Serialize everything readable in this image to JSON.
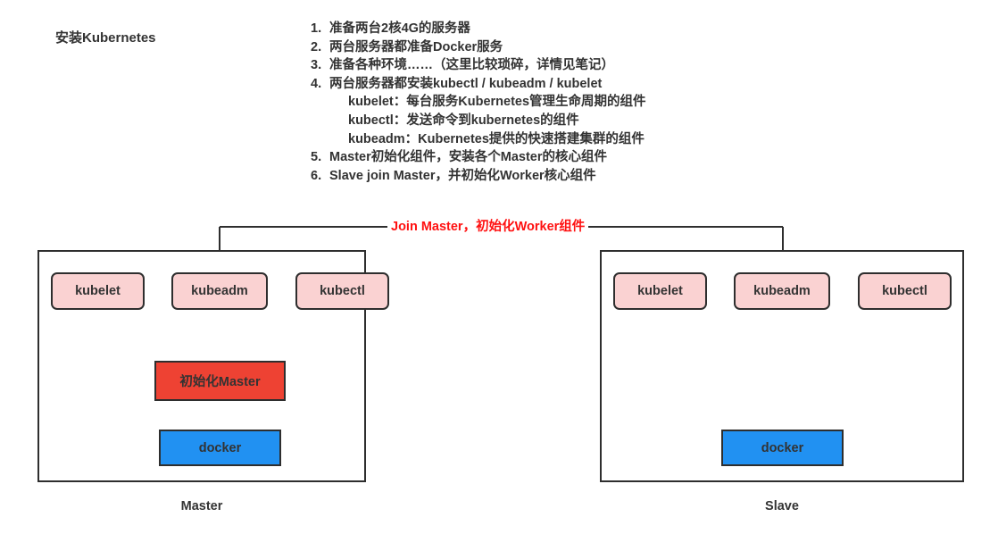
{
  "title": "安装Kubernetes",
  "steps": [
    {
      "num": "1.",
      "text": "准备两台2核4G的服务器",
      "subs": []
    },
    {
      "num": "2.",
      "text": "两台服务器都准备Docker服务",
      "subs": []
    },
    {
      "num": "3.",
      "text": "准备各种环境……（这里比较琐碎，详情见笔记）",
      "subs": []
    },
    {
      "num": "4.",
      "text": "两台服务器都安装kubectl / kubeadm / kubelet",
      "subs": [
        "kubelet：每台服务Kubernetes管理生命周期的组件",
        "kubectl：发送命令到kubernetes的组件",
        "kubeadm：Kubernetes提供的快速搭建集群的组件"
      ]
    },
    {
      "num": "5.",
      "text": "Master初始化组件，安装各个Master的核心组件",
      "subs": []
    },
    {
      "num": "6.",
      "text": "Slave join Master，并初始化Worker核心组件",
      "subs": []
    }
  ],
  "connector": {
    "label": "Join Master，初始化Worker组件",
    "label_color": "#ff1111",
    "line_color": "#2e2e2e"
  },
  "master": {
    "caption": "Master",
    "components": [
      {
        "label": "kubelet",
        "style": "pink"
      },
      {
        "label": "kubeadm",
        "style": "pink"
      },
      {
        "label": "kubectl",
        "style": "pink"
      },
      {
        "label": "初始化Master",
        "style": "red"
      },
      {
        "label": "docker",
        "style": "blue"
      }
    ]
  },
  "slave": {
    "caption": "Slave",
    "components": [
      {
        "label": "kubelet",
        "style": "pink"
      },
      {
        "label": "kubeadm",
        "style": "pink"
      },
      {
        "label": "kubectl",
        "style": "pink"
      },
      {
        "label": "docker",
        "style": "blue"
      }
    ]
  },
  "colors": {
    "pink_fill": "#fad2d2",
    "red_fill": "#ee4233",
    "blue_fill": "#2191f2",
    "stroke": "#2e2e2e",
    "text": "#333333",
    "accent_red": "#ff1111"
  }
}
